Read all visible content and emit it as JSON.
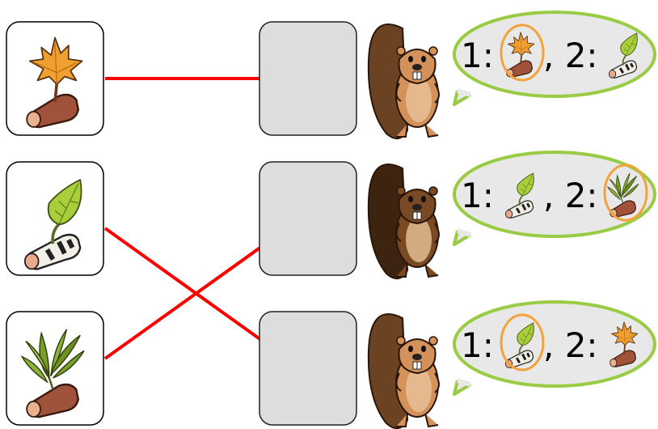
{
  "colors": {
    "arrow": "#ff0000",
    "bubble_fill": "#e8e8e8",
    "bubble_stroke": "#99cc44",
    "slot_fill": "#dddddd",
    "card_stroke": "#000000",
    "highlight": "#f4a23c",
    "maple_leaf": "#f0a030",
    "birch_leaf": "#a8cf3a",
    "willow_leaf": "#7a9e2a",
    "beaver_light": "#d4915a",
    "beaver_dark": "#7a4a24"
  },
  "cards": [
    {
      "icon": "maple-log-icon"
    },
    {
      "icon": "birch-log-icon"
    },
    {
      "icon": "willow-log-icon"
    }
  ],
  "connections": [
    {
      "from": 1,
      "to": 1
    },
    {
      "from": 2,
      "to": 3
    },
    {
      "from": 3,
      "to": 2
    }
  ],
  "beavers": [
    {
      "shade": "light",
      "preference": [
        {
          "label": "1:",
          "icon": "maple-log-icon",
          "highlighted": true
        },
        {
          "label": ", 2:",
          "icon": "birch-log-icon",
          "highlighted": false
        }
      ]
    },
    {
      "shade": "dark",
      "preference": [
        {
          "label": "1:",
          "icon": "birch-log-icon",
          "highlighted": false
        },
        {
          "label": ", 2:",
          "icon": "willow-log-icon",
          "highlighted": true
        }
      ]
    },
    {
      "shade": "light",
      "preference": [
        {
          "label": "1:",
          "icon": "birch-log-icon",
          "highlighted": true
        },
        {
          "label": ", 2:",
          "icon": "maple-log-icon",
          "highlighted": false
        }
      ]
    }
  ]
}
